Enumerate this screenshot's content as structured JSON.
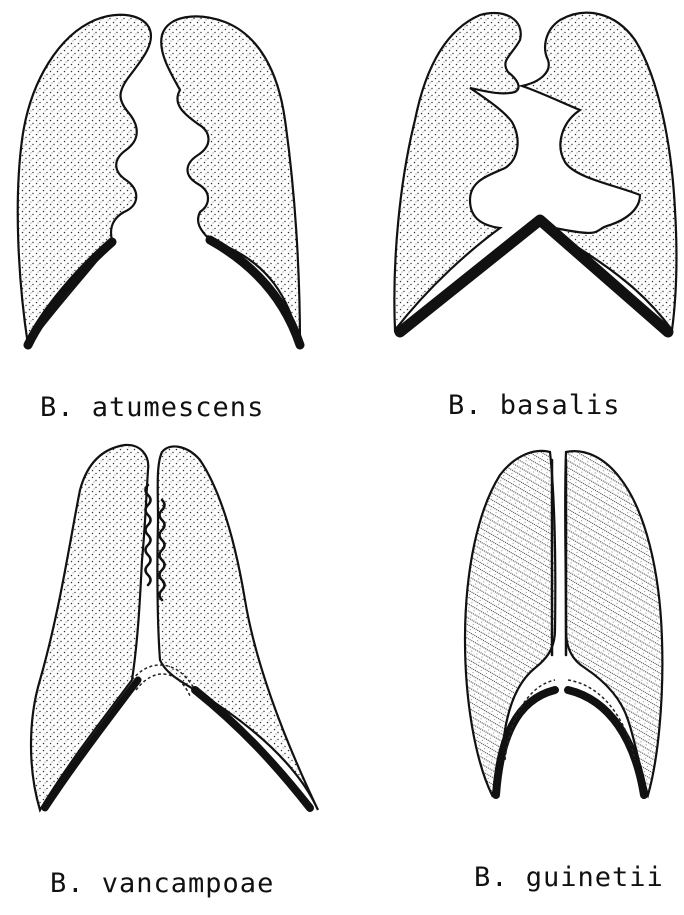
{
  "figures": [
    {
      "label": "B. atumescens"
    },
    {
      "label": "B. basalis"
    },
    {
      "label": "B. vancampoae"
    },
    {
      "label": "B. guinetii"
    }
  ],
  "colors": {
    "ink": "#111111",
    "paper": "#ffffff"
  }
}
